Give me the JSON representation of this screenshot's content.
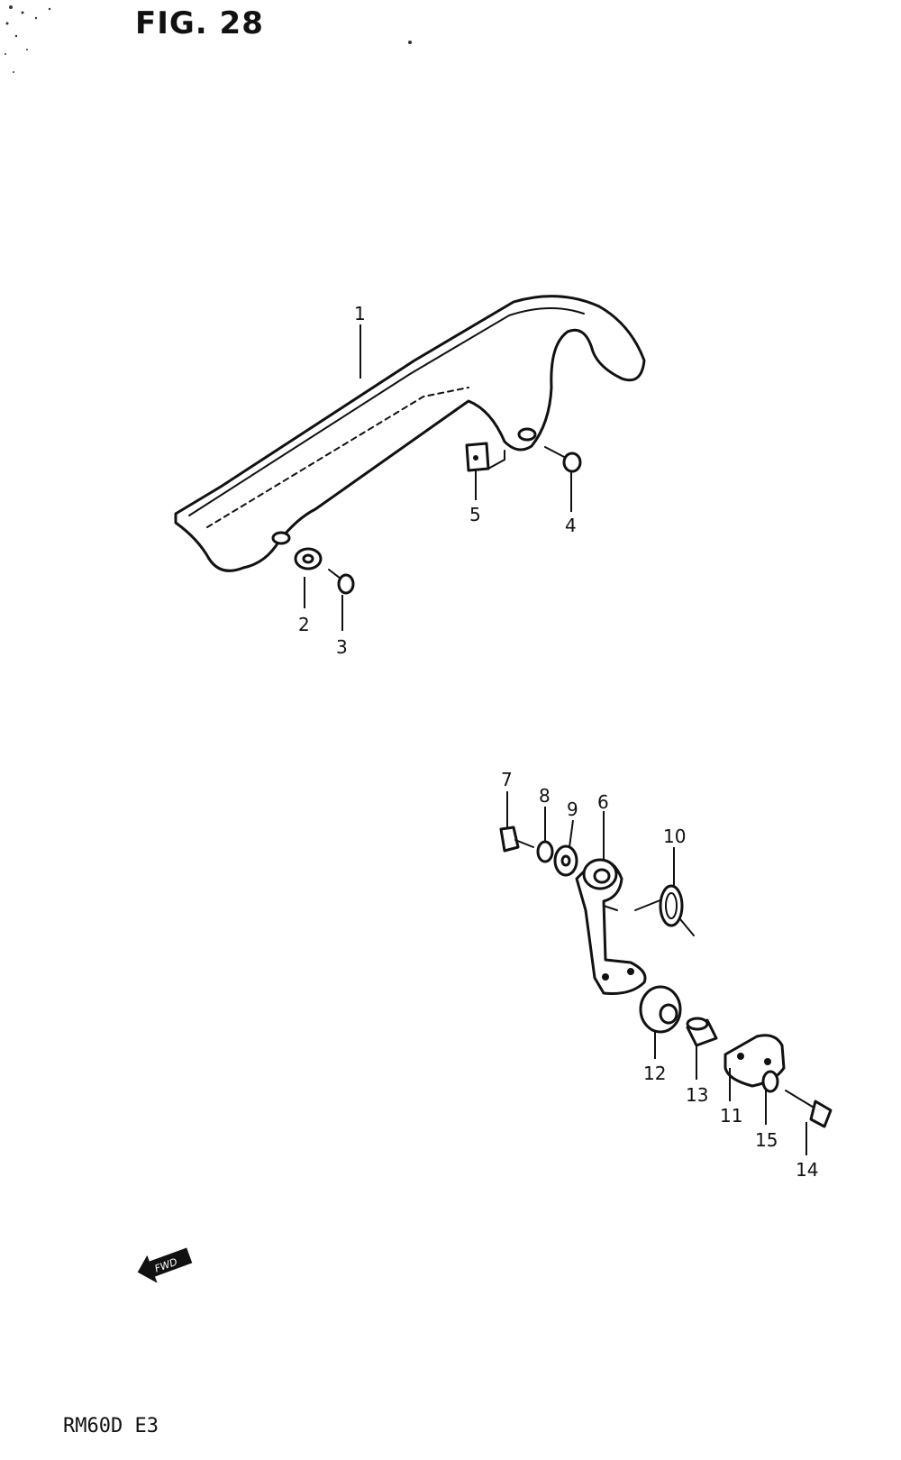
{
  "figure_title": "FIG. 28",
  "model_code": "RM60D E3",
  "direction_arrow_label": "FWD",
  "callouts": [
    "1",
    "2",
    "3",
    "4",
    "5",
    "6",
    "7",
    "8",
    "9",
    "10",
    "11",
    "12",
    "13",
    "14",
    "15"
  ]
}
